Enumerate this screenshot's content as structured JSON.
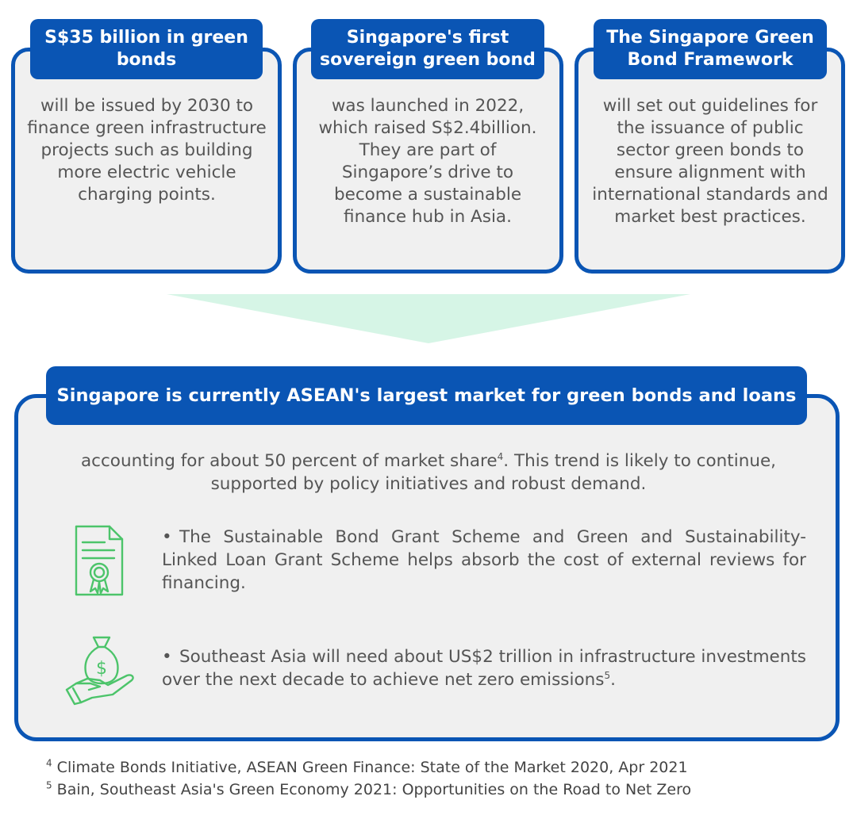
{
  "cards": [
    {
      "title": "S$35 billion in green bonds",
      "body": "will be issued by 2030 to finance green infrastructure projects such as building more electric vehicle charging points."
    },
    {
      "title": "Singapore's first sovereign green bond",
      "body": "was launched in 2022, which raised S$2.4billion. They are part of Singapore’s drive to become a sustainable finance hub in Asia."
    },
    {
      "title": "The Singapore Green Bond Framework",
      "body": "will set out guidelines for the issuance of public sector green bonds to ensure alignment with international standards and market best practices."
    }
  ],
  "main": {
    "title": "Singapore is currently ASEAN's largest market for green bonds and loans",
    "intro_line1": "accounting for about 50 percent of market share",
    "intro_sup": "4",
    "intro_line1_end": ". This trend is likely to continue,",
    "intro_line2": "supported by policy initiatives and robust demand.",
    "bullets": [
      {
        "icon": "certificate-icon",
        "text": "The Sustainable Bond Grant Scheme and Green and Sustainability-Linked Loan Grant Scheme helps absorb the cost of external reviews for financing.",
        "sup": ""
      },
      {
        "icon": "money-bag-hand-icon",
        "text": "Southeast Asia will need about US$2 trillion in infrastructure investments over the next decade to achieve net zero emissions",
        "sup": "5",
        "end": "."
      }
    ]
  },
  "footnotes": [
    {
      "num": "4",
      "text": " Climate Bonds Initiative, ASEAN Green Finance: State of the Market 2020, Apr 2021"
    },
    {
      "num": "5",
      "text": " Bain, Southeast Asia's Green Economy 2021: Opportunities on the Road to Net Zero"
    }
  ],
  "colors": {
    "accent": "#0a55b4",
    "panel": "#f0f0f0",
    "arrow": "#d6f5e6",
    "icon": "#4cc46a"
  },
  "bullet_symbol": "•"
}
